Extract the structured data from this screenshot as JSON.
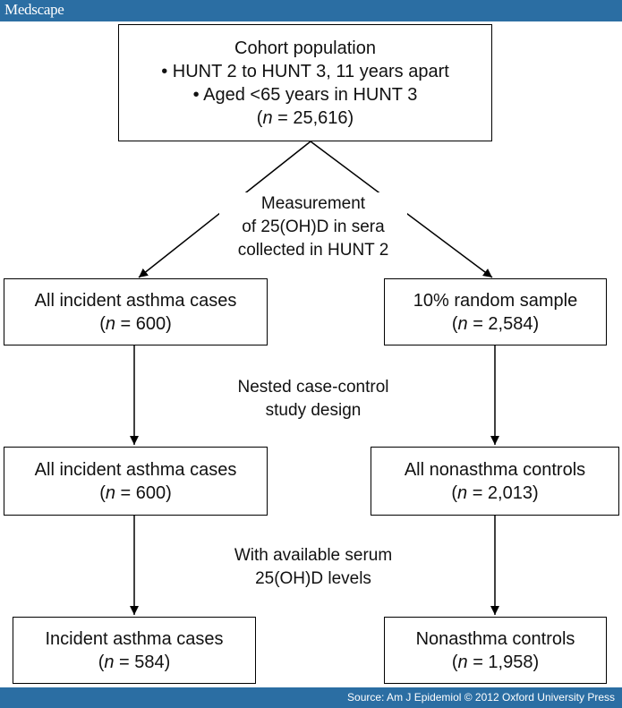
{
  "header": {
    "brand": "Medscape"
  },
  "footer": {
    "source": "Source: Am J Epidemiol © 2012 Oxford University Press"
  },
  "diagram": {
    "cohort": {
      "title": "Cohort population",
      "bullet1": "• HUNT 2 to HUNT 3, 11 years apart",
      "bullet2": "• Aged <65 years in HUNT 3",
      "n_prefix": "(",
      "n_var": "n",
      "n_value": " = 25,616)"
    },
    "measurement_label": {
      "line1": "Measurement",
      "line2": "of 25(OH)D in sera",
      "line3": "collected in HUNT 2"
    },
    "left1": {
      "title": "All incident asthma cases",
      "n_prefix": "(",
      "n_var": "n",
      "n_value": " = 600)"
    },
    "right1": {
      "title": "10% random sample",
      "n_prefix": "(",
      "n_var": "n",
      "n_value": " = 2,584)"
    },
    "nested_label": {
      "line1": "Nested case-control",
      "line2": "study design"
    },
    "left2": {
      "title": "All incident asthma cases",
      "n_prefix": "(",
      "n_var": "n",
      "n_value": " = 600)"
    },
    "right2": {
      "title": "All nonasthma controls",
      "n_prefix": "(",
      "n_var": "n",
      "n_value": " = 2,013)"
    },
    "serum_label": {
      "line1": "With available serum",
      "line2": "25(OH)D levels"
    },
    "left3": {
      "title": "Incident asthma cases",
      "n_prefix": "(",
      "n_var": "n",
      "n_value": " = 584)"
    },
    "right3": {
      "title": "Nonasthma controls",
      "n_prefix": "(",
      "n_var": "n",
      "n_value": " = 1,958)"
    }
  }
}
